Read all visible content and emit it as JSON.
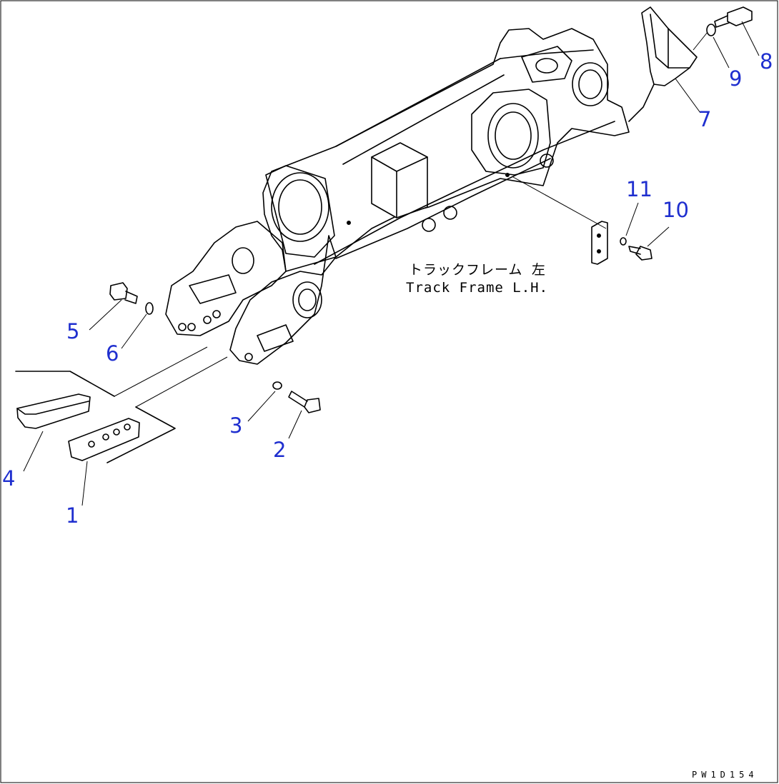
{
  "diagram": {
    "frame_label_jp": "トラックフレーム 左",
    "frame_label_en": "Track Frame L.H.",
    "drawing_code": "PW1D154",
    "callout_color": "#1f2fcf",
    "callouts": [
      {
        "id": "c1",
        "label": "1"
      },
      {
        "id": "c2",
        "label": "2"
      },
      {
        "id": "c3",
        "label": "3"
      },
      {
        "id": "c4",
        "label": "4"
      },
      {
        "id": "c5",
        "label": "5"
      },
      {
        "id": "c6",
        "label": "6"
      },
      {
        "id": "c7",
        "label": "7"
      },
      {
        "id": "c8",
        "label": "8"
      },
      {
        "id": "c9",
        "label": "9"
      },
      {
        "id": "c10",
        "label": "10"
      },
      {
        "id": "c11",
        "label": "11"
      }
    ]
  }
}
